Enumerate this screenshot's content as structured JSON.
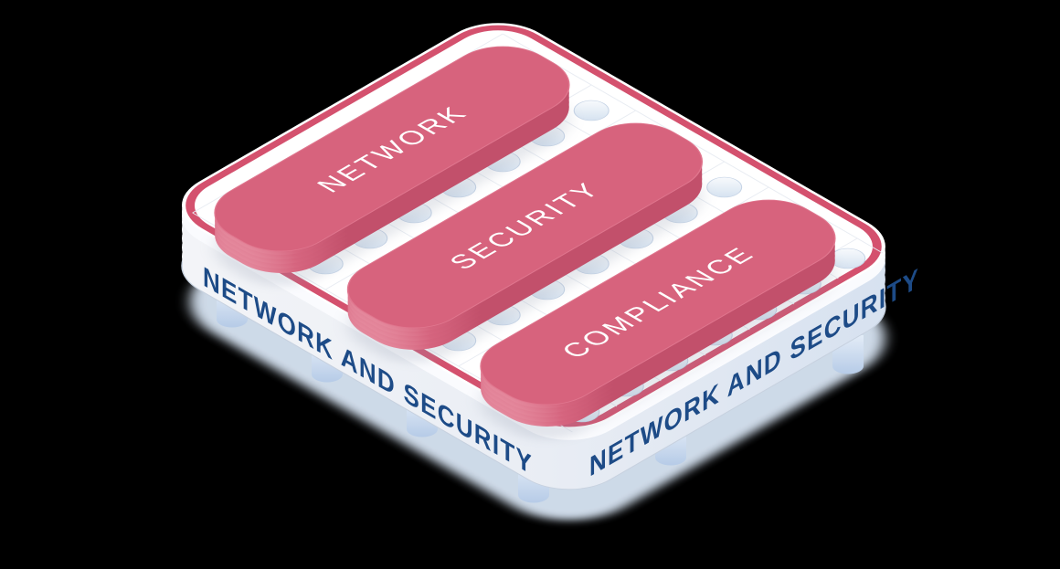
{
  "illustration": {
    "type": "isometric-baseplate-diagram",
    "bars": [
      {
        "id": "network",
        "label": "NETWORK"
      },
      {
        "id": "security",
        "label": "SECURITY"
      },
      {
        "id": "compliance",
        "label": "COMPLIANCE"
      }
    ],
    "edge_labels": {
      "left": "NETWORK AND SECURITY",
      "right": "NETWORK AND SECURITY"
    }
  },
  "colors": {
    "background": "#000000",
    "board_top": "#ffffff",
    "rim_pink": "#d4516e",
    "bar_top_pink": "#d7637d",
    "bar_edge_highlight": "#e0768e",
    "bar_side_dark": "#c2506b",
    "bar_side_highlight": "#f4aebc",
    "edge_label_navy": "#1d4b87",
    "grid_line": "#e8ecf2",
    "stud_shade": "#cfdeee",
    "shadow_blue": "#d9e6f5"
  }
}
